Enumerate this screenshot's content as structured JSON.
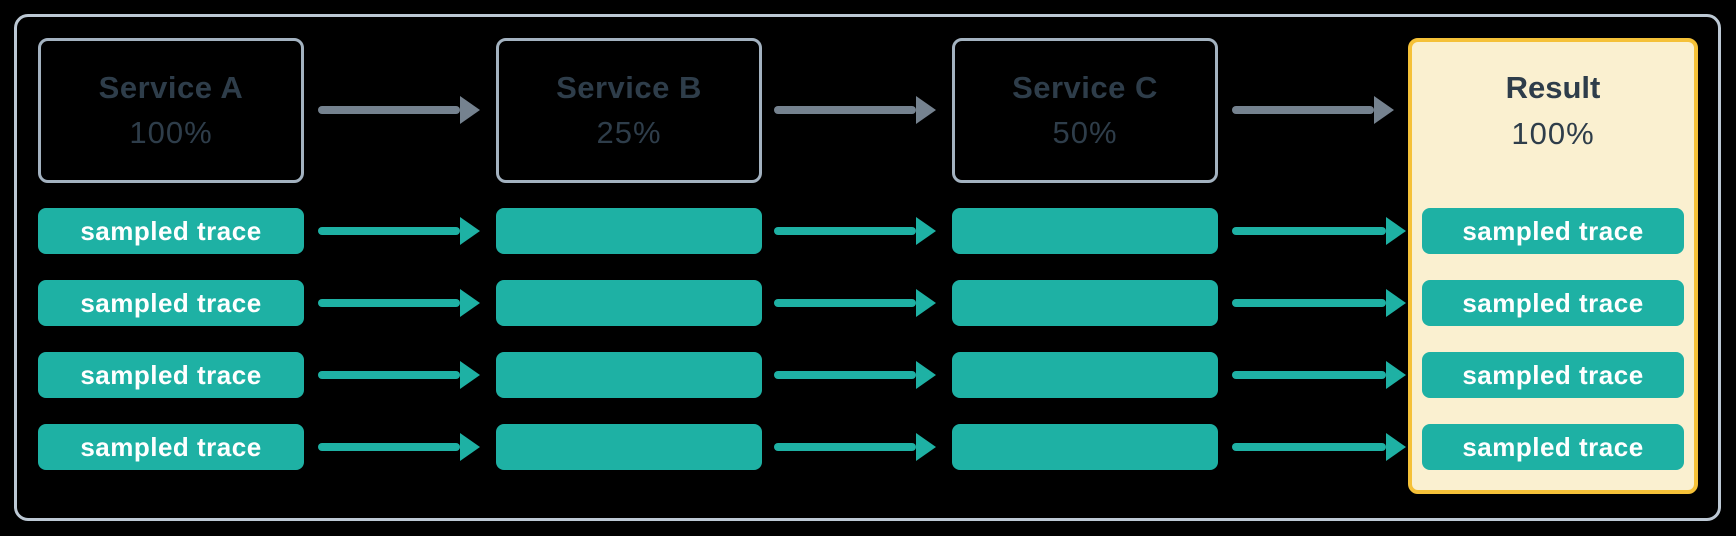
{
  "diagram": {
    "services": [
      {
        "label": "Service A",
        "rate": "100%"
      },
      {
        "label": "Service B",
        "rate": "25%"
      },
      {
        "label": "Service C",
        "rate": "50%"
      }
    ],
    "result": {
      "label": "Result",
      "rate": "100%"
    },
    "trace_label": "sampled trace",
    "trace_rows": 4,
    "colors": {
      "teal": "#1eb1a4",
      "gold": "#f5c138",
      "cream": "#faf0d0",
      "ink": "#2e3d4a",
      "arrow-gray": "#75828f",
      "box-border": "#a3b2c0",
      "frame-border": "#bcc8d4",
      "canvas-bg": "#000000",
      "trace-text": "#ffffff"
    }
  }
}
